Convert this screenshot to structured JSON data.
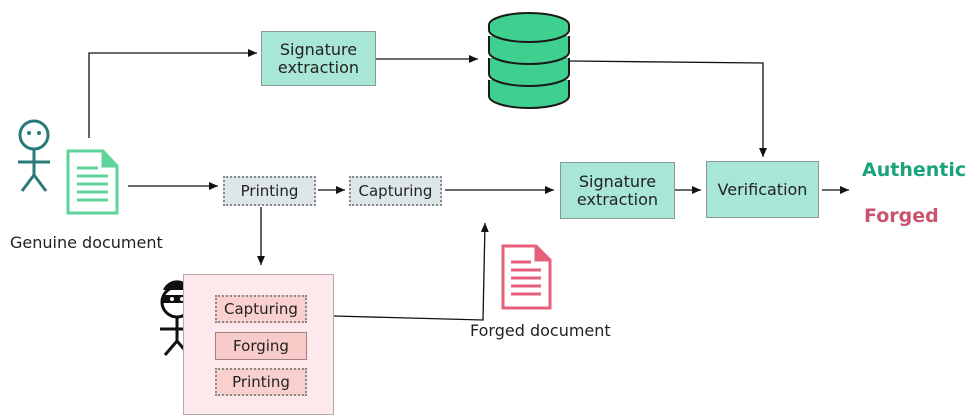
{
  "nodes": {
    "signature_extraction_top": "Signature\nextraction",
    "printing_main": "Printing",
    "capturing_main": "Capturing",
    "signature_extraction_main": "Signature\nextraction",
    "verification": "Verification",
    "forger_capturing": "Capturing",
    "forger_forging": "Forging",
    "forger_printing": "Printing"
  },
  "labels": {
    "genuine_document": "Genuine document",
    "forged_document": "Forged document"
  },
  "results": {
    "authentic": "Authentic",
    "forged": "Forged"
  },
  "colors": {
    "teal_box": "#a8e6d5",
    "authentic": "#1aa37a",
    "forged": "#c9546f",
    "database": "#3fcf8e",
    "genuine_doc_icon": "#5ed39a",
    "forged_doc_icon": "#e5607a",
    "person_icon": "#2a7a7a"
  },
  "icons": {
    "database": "database-icon",
    "genuine_person": "person-icon",
    "genuine_doc": "document-icon",
    "forger": "masked-person-icon",
    "forged_doc": "document-icon"
  }
}
